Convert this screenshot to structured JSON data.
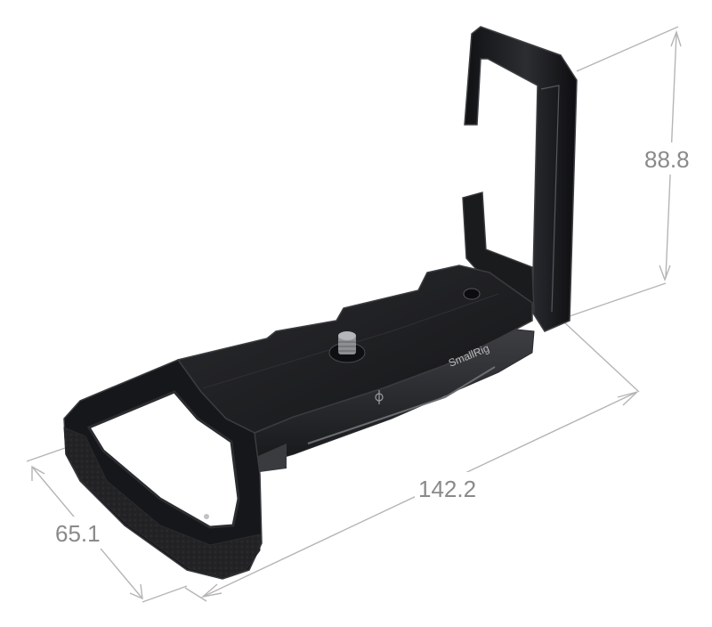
{
  "product": {
    "brand_text": "SmallRig",
    "colors": {
      "body": "#1b1c1e",
      "edge": "#3a3c40",
      "highlight": "#5b5e63",
      "leather": "#232325"
    }
  },
  "dimensions": {
    "height": "88.8",
    "length": "142.2",
    "depth": "65.1",
    "line_color": "#b5b5b5",
    "label_color": "#8a8a8a"
  }
}
